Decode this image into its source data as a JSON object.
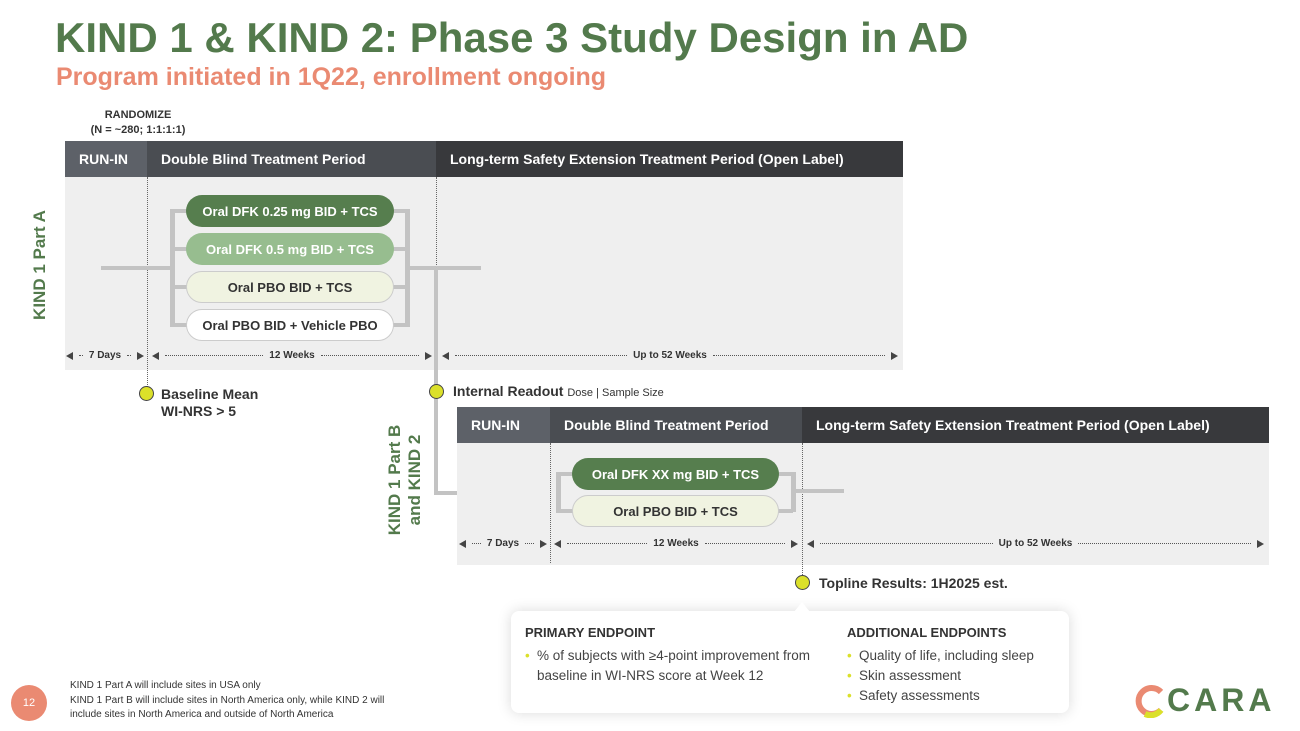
{
  "title": "KIND 1 & KIND 2: Phase 3 Study Design in AD",
  "subtitle": "Program initiated in 1Q22, enrollment ongoing",
  "randomize": {
    "label": "RANDOMIZE",
    "detail": "(N = ~280; 1:1:1:1)"
  },
  "study_a": {
    "side_label": "KIND 1 Part A",
    "headers": [
      "RUN-IN",
      "Double Blind Treatment Period",
      "Long-term Safety Extension Treatment Period (Open Label)"
    ],
    "arms": [
      "Oral DFK 0.25 mg BID + TCS",
      "Oral DFK 0.5 mg BID + TCS",
      "Oral PBO BID + TCS",
      "Oral PBO BID + Vehicle PBO"
    ],
    "durations": [
      "7 Days",
      "12 Weeks",
      "Up to 52 Weeks"
    ]
  },
  "study_b": {
    "side_label_1": "KIND 1 Part B",
    "side_label_2": "and  KIND 2",
    "headers": [
      "RUN-IN",
      "Double Blind Treatment Period",
      "Long-term Safety Extension Treatment Period (Open Label)"
    ],
    "arms": [
      "Oral DFK XX mg BID + TCS",
      "Oral PBO BID + TCS"
    ],
    "durations": [
      "7 Days",
      "12 Weeks",
      "Up to 52 Weeks"
    ]
  },
  "milestones": {
    "baseline_1": "Baseline Mean",
    "baseline_2": "WI-NRS > 5",
    "readout": "Internal Readout",
    "readout_note": "Dose | Sample Size",
    "topline": "Topline Results: 1H2025 est."
  },
  "endpoints": {
    "primary_title": "PRIMARY ENDPOINT",
    "primary_items": [
      "% of subjects with ≥4-point improvement from baseline in WI-NRS score at Week 12"
    ],
    "additional_title": "ADDITIONAL ENDPOINTS",
    "additional_items": [
      "Quality of life, including sleep",
      "Skin assessment",
      "Safety assessments"
    ]
  },
  "footnotes": [
    "KIND 1 Part A will include sites in USA only",
    "KIND 1 Part B will include sites in North America only, while KIND 2 will include sites in North America and outside of North America"
  ],
  "page_number": "12",
  "logo_text": "CARA",
  "colors": {
    "green": "#537a4c",
    "salmon": "#ea8a72",
    "marker": "#dbe02a"
  }
}
